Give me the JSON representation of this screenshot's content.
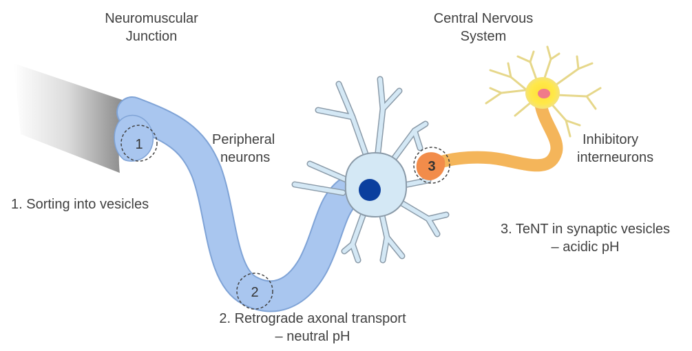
{
  "labels": {
    "nmj_line1": "Neuromuscular",
    "nmj_line2": "Junction",
    "cns_line1": "Central Nervous",
    "cns_line2": "System",
    "peripheral_line1": "Peripheral",
    "peripheral_line2": "neurons",
    "inhibitory_line1": "Inhibitory",
    "inhibitory_line2": "interneurons",
    "step1": "1. Sorting into vesicles",
    "step2_line1": "2. Retrograde axonal transport",
    "step2_line2": "– neutral pH",
    "step3_line1": "3. TeNT in synaptic vesicles",
    "step3_line2": "– acidic pH"
  },
  "markers": {
    "m1": "1",
    "m2": "2",
    "m3": "3"
  },
  "colors": {
    "peripheral_neuron_fill": "#d4e8f5",
    "peripheral_neuron_stroke": "#8a9aa8",
    "peripheral_nucleus": "#0b3f9e",
    "axon_fill": "#a9c6ef",
    "axon_stroke": "#7fa3d6",
    "inhibitory_axon": "#f4b55a",
    "inhibitory_dendrites": "#e6d78a",
    "inhibitory_soma": "#ffe84a",
    "inhibitory_nucleus": "#f07a8a",
    "synapse_orange": "#f28c4a",
    "muscle_gray": "#8f8f8f",
    "label_text": "#404040"
  }
}
